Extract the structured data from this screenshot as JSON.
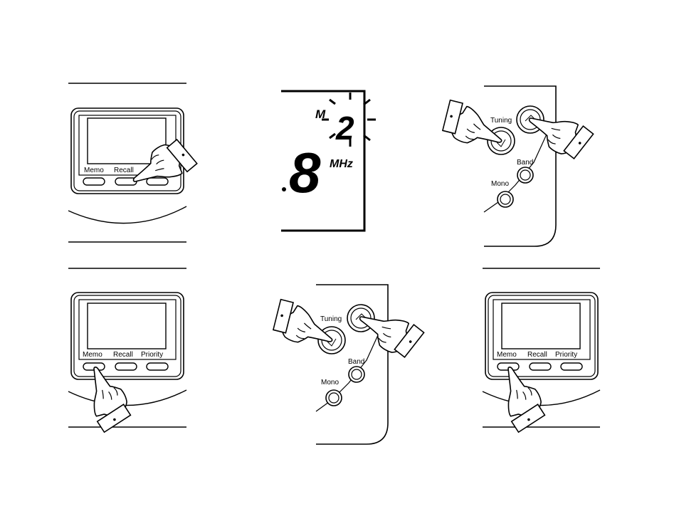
{
  "buttons": {
    "memo": "Memo",
    "recall": "Recall",
    "priority": "Priority",
    "tuning": "Tuning",
    "band": "Band",
    "mono": "Mono"
  },
  "display": {
    "memory_indicator": "M",
    "preset_digit": "2",
    "frequency_digit": "8",
    "unit": "MHz"
  },
  "icons": {
    "hand": "pointing-hand-icon"
  }
}
